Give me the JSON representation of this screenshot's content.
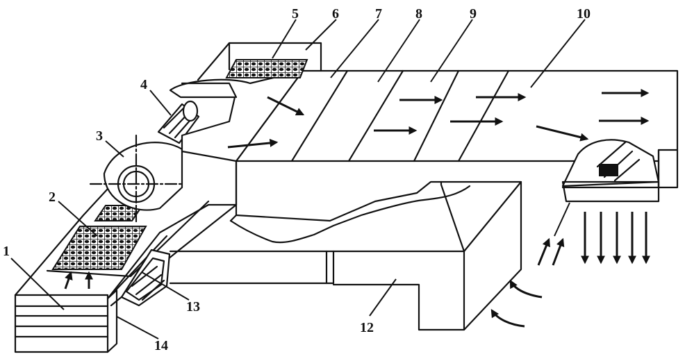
{
  "labels": [
    {
      "id": "l1",
      "text": "1"
    },
    {
      "id": "l2",
      "text": "2"
    },
    {
      "id": "l3",
      "text": "3"
    },
    {
      "id": "l4",
      "text": "4"
    },
    {
      "id": "l5",
      "text": "5"
    },
    {
      "id": "l6",
      "text": "6"
    },
    {
      "id": "l7",
      "text": "7"
    },
    {
      "id": "l8",
      "text": "8"
    },
    {
      "id": "l9",
      "text": "9"
    },
    {
      "id": "l10",
      "text": "10"
    },
    {
      "id": "l12",
      "text": "12"
    },
    {
      "id": "l13",
      "text": "13"
    },
    {
      "id": "l14",
      "text": "14"
    }
  ]
}
